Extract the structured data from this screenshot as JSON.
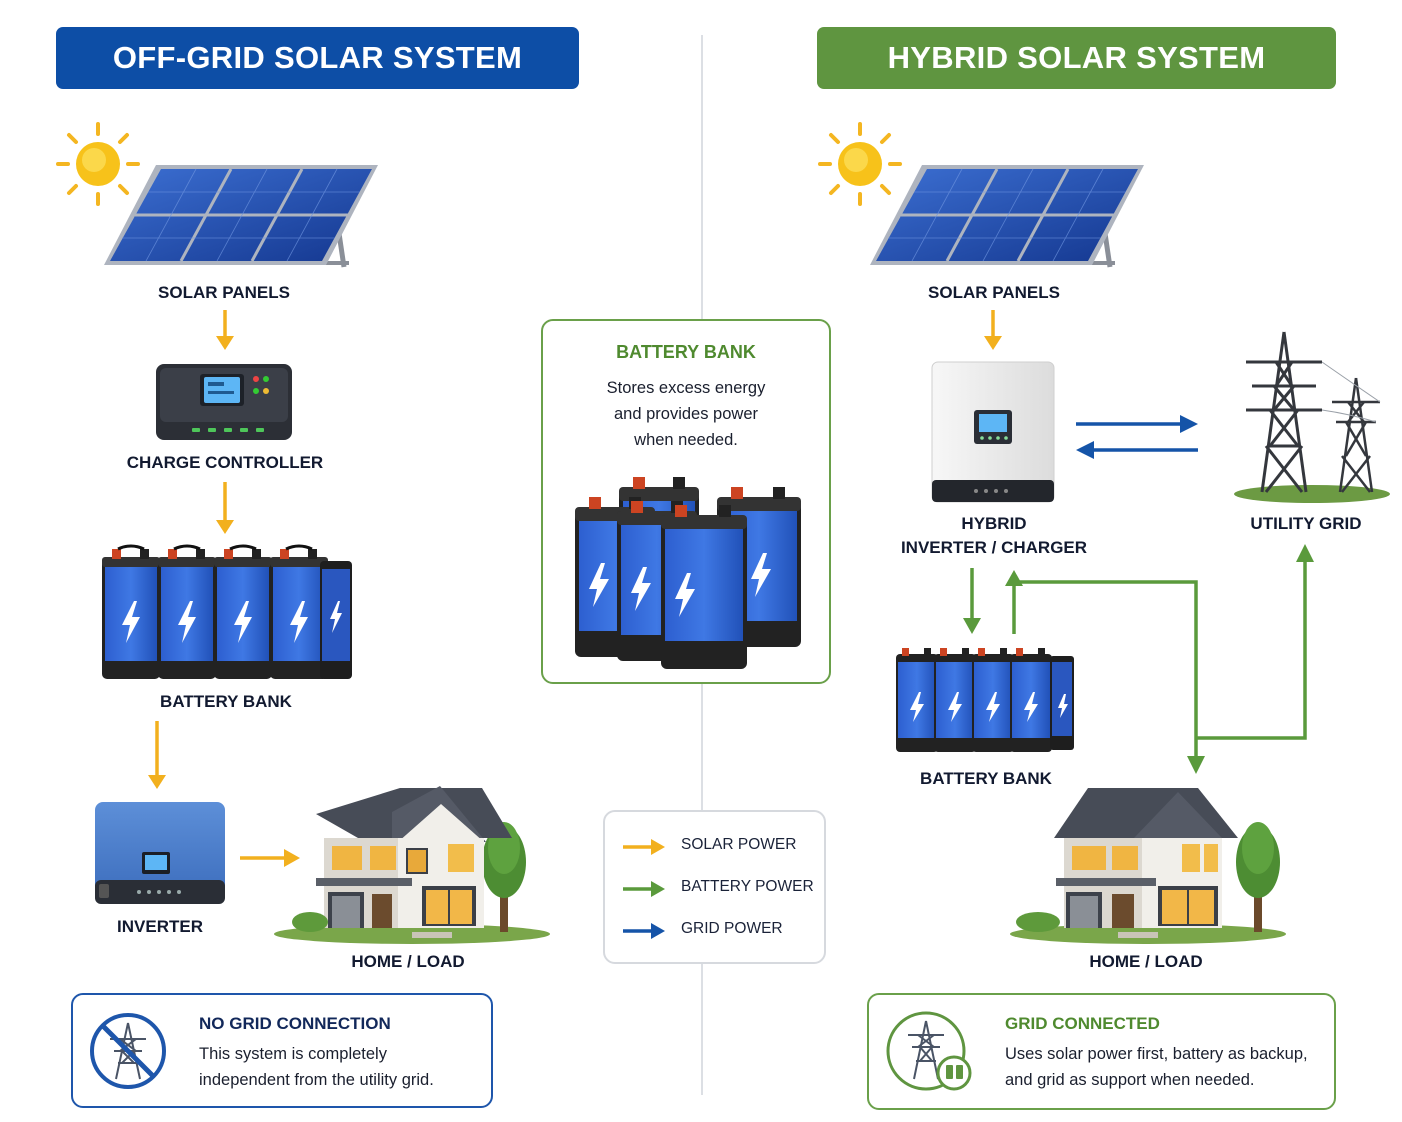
{
  "colors": {
    "offgrid_blue": "#0d4ea6",
    "hybrid_green": "#5f9540",
    "solar_arrow": "#f2b01e",
    "battery_arrow": "#5a9a3c",
    "grid_arrow": "#1554a8"
  },
  "offgrid": {
    "title": "OFF-GRID SOLAR SYSTEM",
    "solar_panels": "SOLAR PANELS",
    "charge_controller": "CHARGE CONTROLLER",
    "battery_bank": "BATTERY BANK",
    "inverter": "INVERTER",
    "home_load": "HOME / LOAD",
    "note": {
      "title": "NO GRID CONNECTION",
      "line1": "This system is completely",
      "line2": "independent from the utility grid."
    }
  },
  "center": {
    "title": "BATTERY BANK",
    "line1": "Stores excess energy",
    "line2": "and provides power",
    "line3": "when needed."
  },
  "legend": {
    "solar": "SOLAR POWER",
    "battery": "BATTERY POWER",
    "grid": "GRID POWER"
  },
  "hybrid": {
    "title": "HYBRID SOLAR SYSTEM",
    "solar_panels": "SOLAR PANELS",
    "inverter_line1": "HYBRID",
    "inverter_line2": "INVERTER / CHARGER",
    "utility_grid": "UTILITY GRID",
    "battery_bank": "BATTERY BANK",
    "home_load": "HOME / LOAD",
    "note": {
      "title": "GRID CONNECTED",
      "line1": "Uses solar power first, battery as backup,",
      "line2": "and grid as support when needed."
    }
  }
}
